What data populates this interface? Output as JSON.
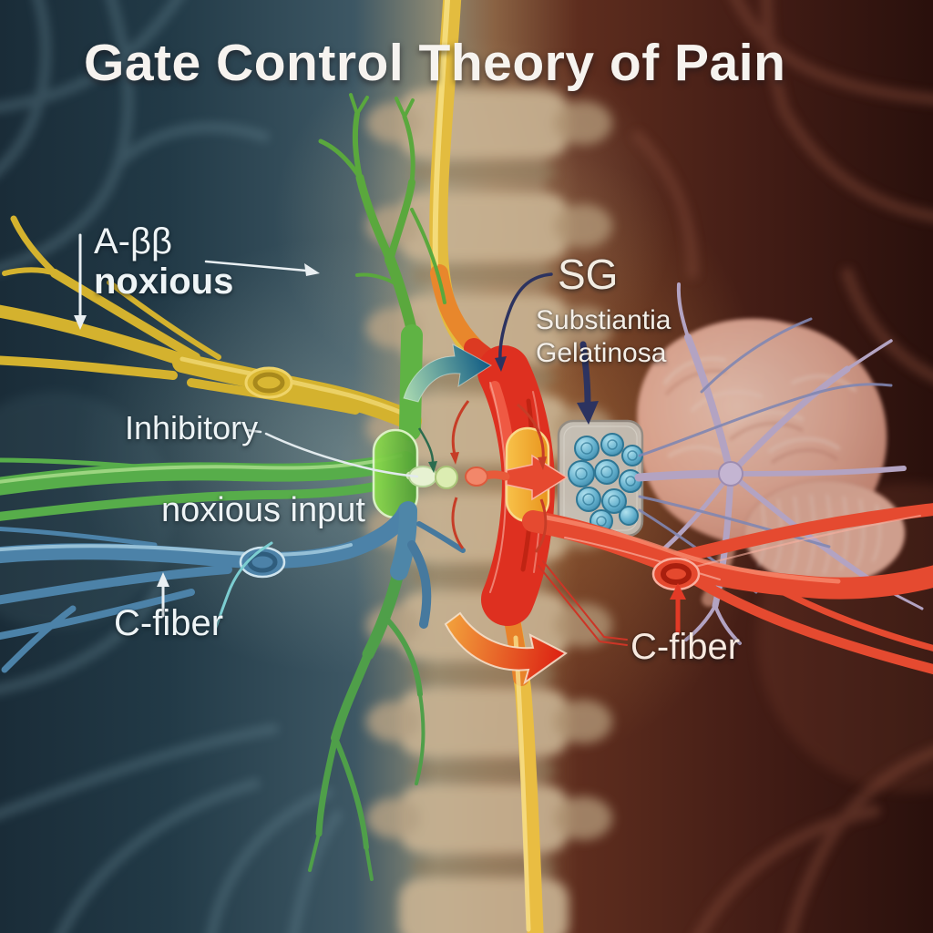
{
  "title": "Gate Control Theory of Pain",
  "labels": {
    "a_beta": "A-ββ",
    "a_beta_sub": "noxious",
    "sg_abbrev": "SG",
    "sg_full_line1": "Substiantia",
    "sg_full_line2": "Gelatinosa",
    "inhibitory": "Inhibitory",
    "noxious_input": "noxious input",
    "c_fiber_left": "C-fiber",
    "c_fiber_right": "C-fiber"
  },
  "colors": {
    "a_beta_fiber_yellow": "#d9b52f",
    "inhibitory_neuron_green": "#5cb045",
    "c_fiber_blue": "#4c82a8",
    "projection_neuron_red": "#df3322",
    "sg_cells_blue": "#57a8c8",
    "sg_box_gray": "#c8c3ba",
    "brain_pink": "#e8b5a8",
    "gate_closing_arrow_teal": "#156084",
    "gate_opening_arrow_red": "#dd2212",
    "background_left": "#223744",
    "background_right": "#351713",
    "label_text": "#eef4f6"
  }
}
